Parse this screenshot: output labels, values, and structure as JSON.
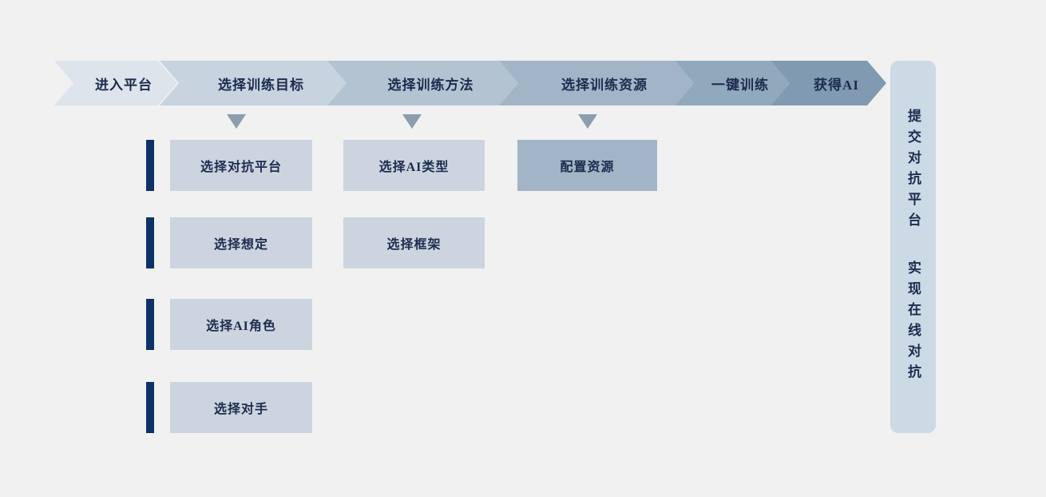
{
  "steps": [
    {
      "label": "进入平台"
    },
    {
      "label": "选择训练目标"
    },
    {
      "label": "选择训练方法"
    },
    {
      "label": "选择训练资源"
    },
    {
      "label": "一键训练"
    },
    {
      "label": "获得AI"
    }
  ],
  "groups": {
    "target": {
      "items": [
        {
          "label": "选择对抗平台"
        },
        {
          "label": "选择想定"
        },
        {
          "label": "选择AI角色"
        },
        {
          "label": "选择对手"
        }
      ]
    },
    "method": {
      "items": [
        {
          "label": "选择AI类型"
        },
        {
          "label": "选择框架"
        }
      ]
    },
    "resource": {
      "items": [
        {
          "label": "配置资源"
        }
      ]
    }
  },
  "side_panel": {
    "text_top": "提交对抗平台",
    "text_bottom": "实现在线对抗"
  },
  "colors": {
    "background": "#f1f1f1",
    "step_colors": [
      "#dde4ec",
      "#c7d3df",
      "#b3c3d2",
      "#a2b5c7",
      "#91a9bd",
      "#7f9ab1"
    ],
    "box": "#ccd5df",
    "box_highlight": "#a2b5c6",
    "accent_bar": "#0e3266",
    "panel": "#ccdae6",
    "text": "#1c2b4e",
    "marker": "#8b9dae"
  }
}
